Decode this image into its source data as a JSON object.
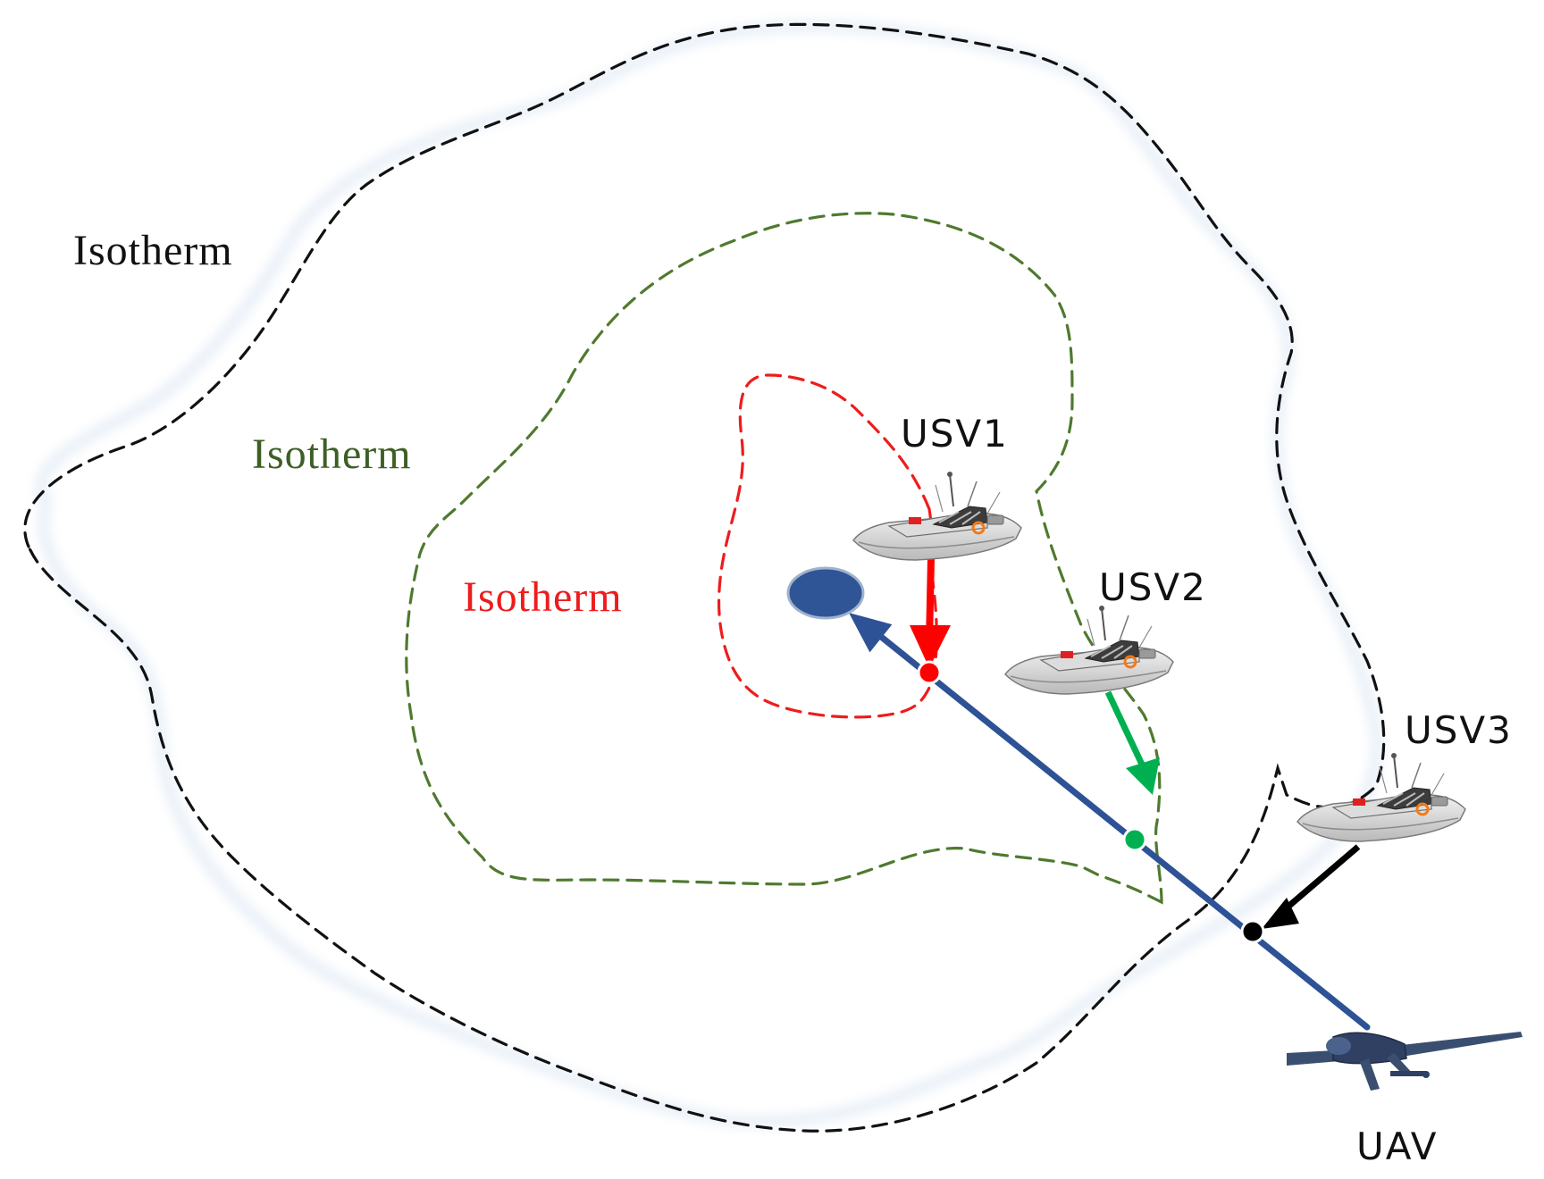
{
  "labels": {
    "isotherm_outer": "Isotherm",
    "isotherm_middle": "Isotherm",
    "isotherm_inner": "Isotherm",
    "usv1": "USV1",
    "usv2": "USV2",
    "usv3": "USV3",
    "uav": "UAV"
  },
  "colors": {
    "outer_isotherm": "#111111",
    "middle_isotherm": "#4f7a2e",
    "inner_isotherm": "#ee1c1c",
    "outer_label": "#111111",
    "middle_label": "#3d5f25",
    "inner_label": "#ee1c1c",
    "uav_path": "#2d5296",
    "target": "#2f5597",
    "usv1_arrow": "#ff0000",
    "usv2_arrow": "#00b050",
    "usv3_arrow": "#000000",
    "contour_halo": "#e6eef7"
  },
  "icons": {
    "boat": "usv-boat-icon",
    "plane": "uav-plane-icon",
    "target": "heat-source-target"
  }
}
